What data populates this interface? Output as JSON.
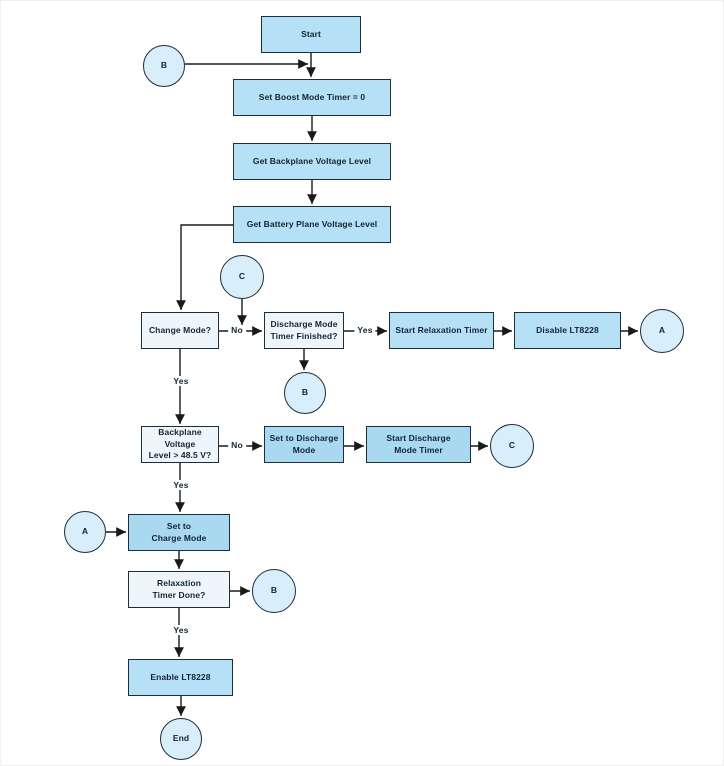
{
  "diagram": {
    "nodes": {
      "start": "Start",
      "set_boost_timer": "Set Boost Mode Timer = 0",
      "get_backplane": "Get Backplane Voltage Level",
      "get_battery_plane": "Get Battery Plane Voltage Level",
      "change_mode": "Change Mode?",
      "discharge_timer_finished": "Discharge Mode\nTimer Finished?",
      "start_relaxation_timer": "Start Relaxation Timer",
      "disable_lt8228": "Disable LT8228",
      "backplane_voltage_check": "Backplane Voltage\nLevel > 48.5 V?",
      "set_to_discharge_mode": "Set to Discharge\nMode",
      "start_discharge_timer": "Start Discharge\nMode Timer",
      "set_to_charge_mode": "Set to\nCharge Mode",
      "relaxation_timer_done": "Relaxation\nTimer Done?",
      "enable_lt8228": "Enable LT8228",
      "end": "End",
      "connector_a": "A",
      "connector_b": "B",
      "connector_c": "C"
    },
    "edge_labels": {
      "yes": "Yes",
      "no": "No"
    },
    "colors": {
      "process_fill": "#b6e0f5",
      "action_fill": "#a9d8f1",
      "decision_fill": "#eef6fc",
      "circle_fill": "#d9eefb",
      "border": "#1d2d3a",
      "text": "#112433",
      "line": "#1a1a1a"
    }
  }
}
